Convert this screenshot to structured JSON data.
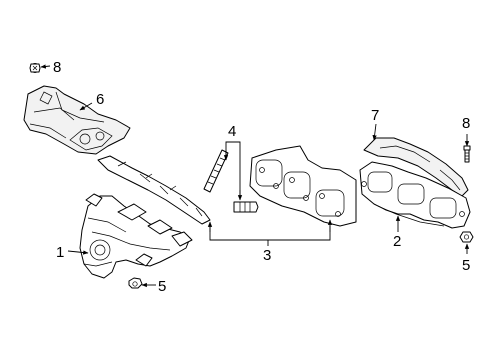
{
  "callouts": {
    "c1": "1",
    "c2": "2",
    "c3": "3",
    "c4": "4",
    "c5a": "5",
    "c5b": "5",
    "c6": "6",
    "c7": "7",
    "c8a": "8",
    "c8b": "8"
  },
  "colors": {
    "line": "#000000",
    "background": "#ffffff"
  }
}
